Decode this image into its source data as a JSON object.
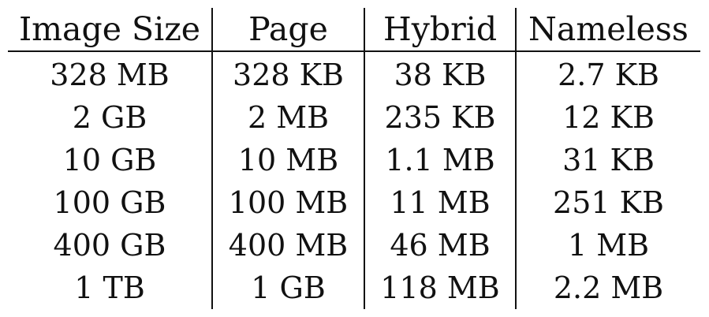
{
  "table": {
    "columns": [
      "Image Size",
      "Page",
      "Hybrid",
      "Nameless"
    ],
    "rows": [
      [
        "328 MB",
        "328 KB",
        "38 KB",
        "2.7 KB"
      ],
      [
        "2 GB",
        "2 MB",
        "235 KB",
        "12 KB"
      ],
      [
        "10 GB",
        "10 MB",
        "1.1 MB",
        "31 KB"
      ],
      [
        "100 GB",
        "100 MB",
        "11 MB",
        "251 KB"
      ],
      [
        "400 GB",
        "400 MB",
        "46 MB",
        "1 MB"
      ],
      [
        "1 TB",
        "1 GB",
        "118 MB",
        "2.2 MB"
      ]
    ]
  }
}
